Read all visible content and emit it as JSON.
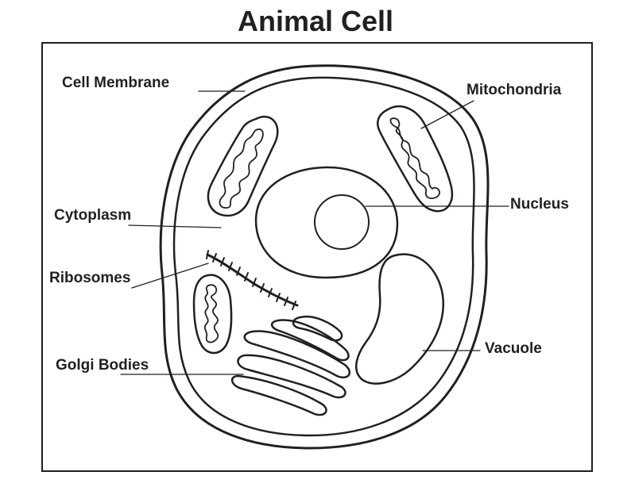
{
  "title": "Animal Cell",
  "labels": {
    "cell_membrane": "Cell Membrane",
    "cytoplasm": "Cytoplasm",
    "ribosomes": "Ribosomes",
    "golgi_bodies": "Golgi Bodies",
    "mitochondria": "Mitochondria",
    "nucleus": "Nucleus",
    "vacuole": "Vacuole"
  },
  "colors": {
    "ink": "#231f20",
    "background": "#ffffff"
  }
}
